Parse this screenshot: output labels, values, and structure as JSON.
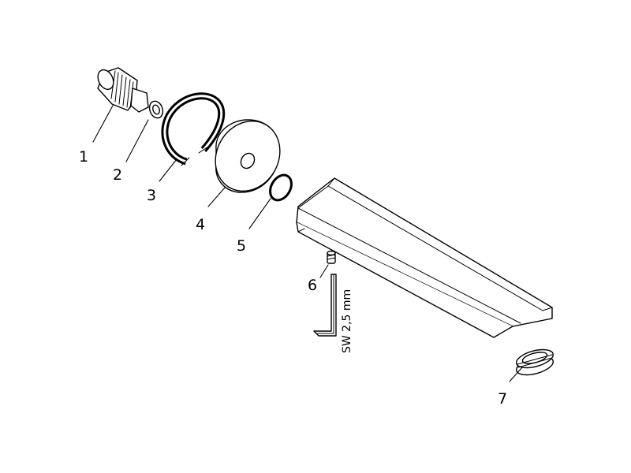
{
  "callouts": [
    {
      "id": "1",
      "label": "1"
    },
    {
      "id": "2",
      "label": "2"
    },
    {
      "id": "3",
      "label": "3"
    },
    {
      "id": "4",
      "label": "4"
    },
    {
      "id": "5",
      "label": "5"
    },
    {
      "id": "6",
      "label": "6"
    },
    {
      "id": "7",
      "label": "7"
    }
  ],
  "tool": {
    "label": "SW 2,5 mm"
  }
}
